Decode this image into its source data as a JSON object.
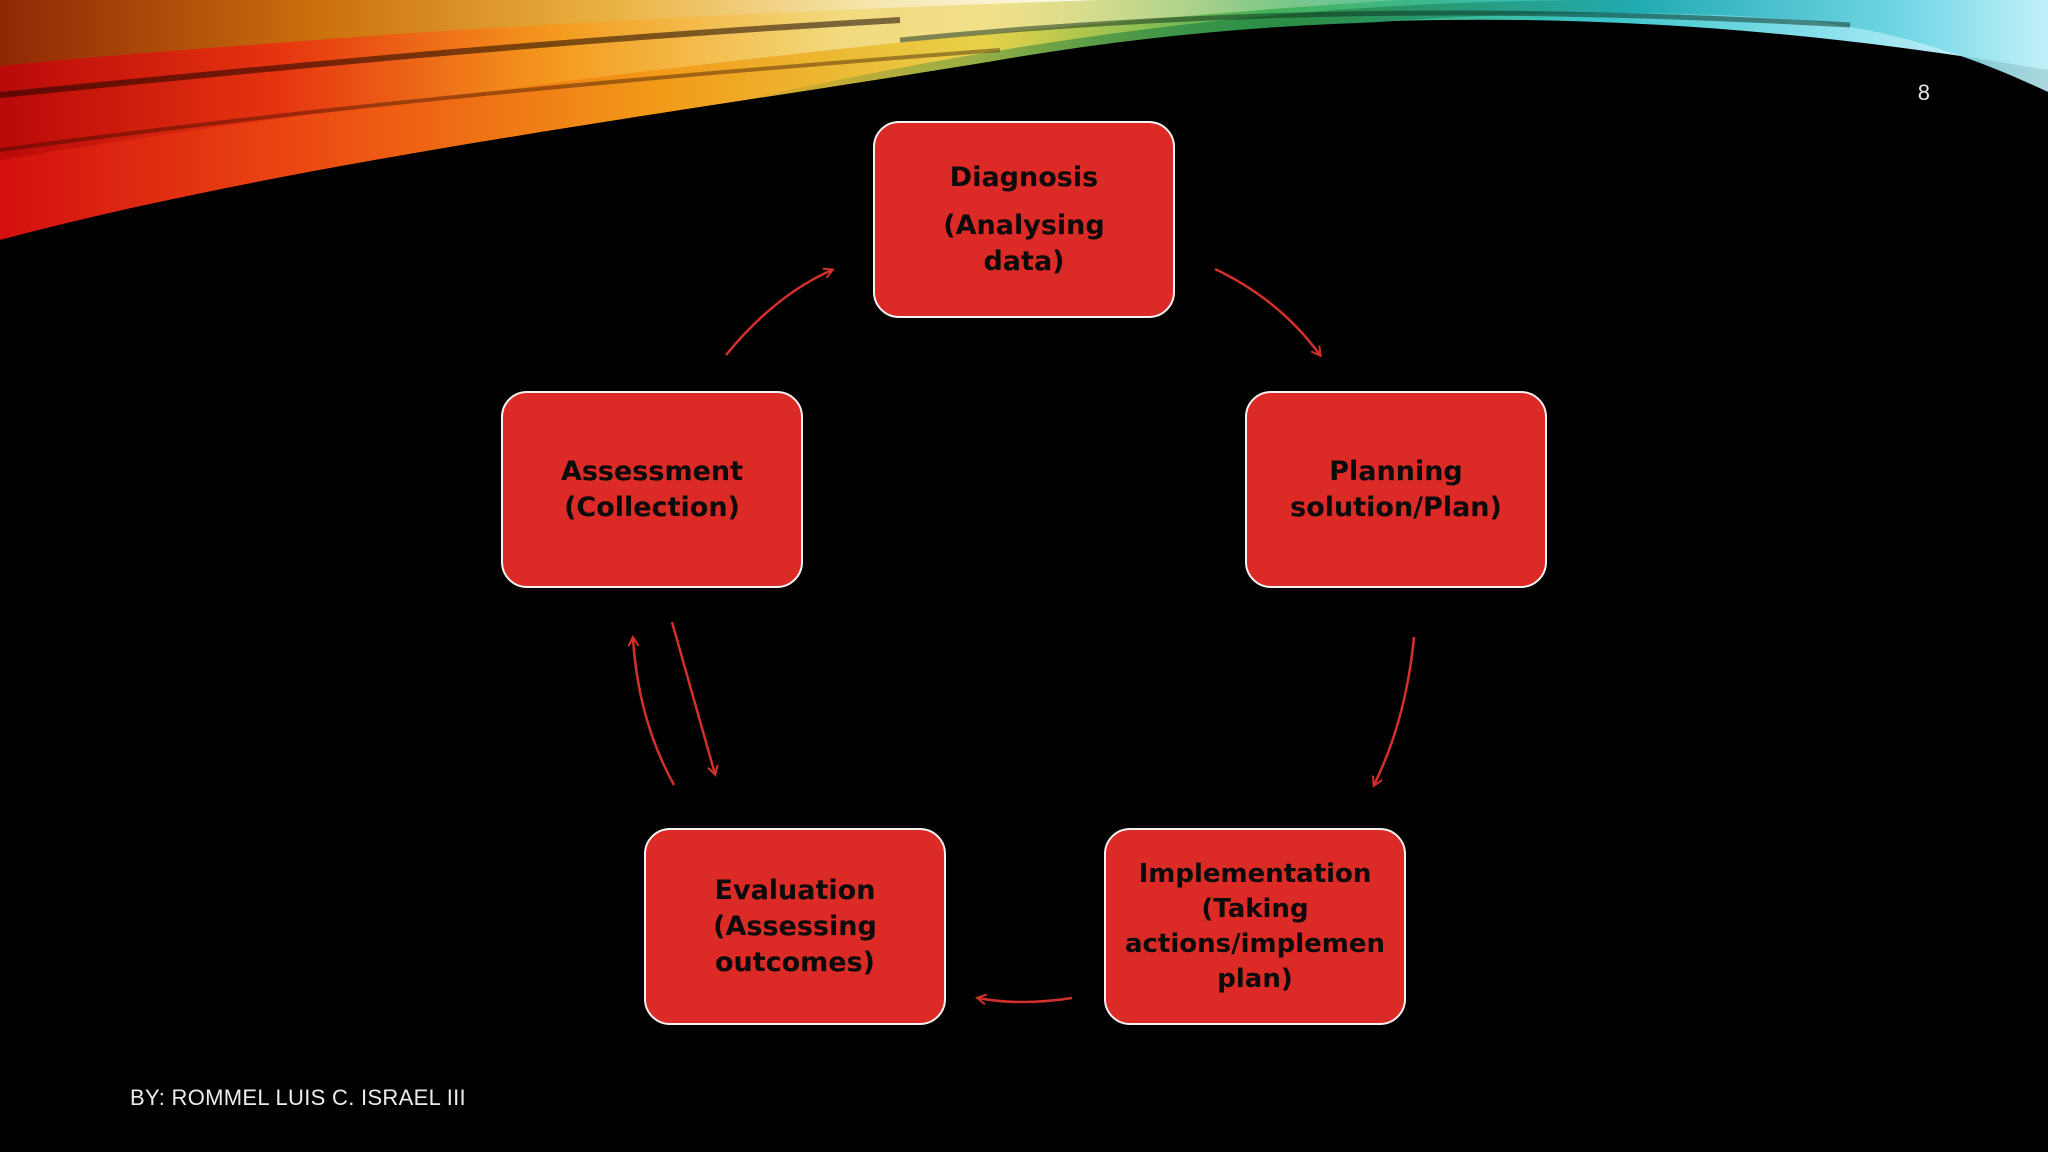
{
  "slide": {
    "page_number": "8",
    "author": "BY: ROMMEL LUIS C. ISRAEL III"
  },
  "colors": {
    "background": "#000000",
    "node_fill": "#dc2a26",
    "node_border": "#f2f2f2",
    "node_text": "#0b0b0b",
    "arrow": "#d3302b"
  },
  "nodes": {
    "diagnosis": {
      "line1": "Diagnosis",
      "line2": "(Analysing\ndata)"
    },
    "planning": {
      "text": "Planning\nsolution/Plan)"
    },
    "implementation": {
      "text": "Implementation\n(Taking\nactions/implemen\nplan)"
    },
    "evaluation": {
      "text": "Evaluation\n(Assessing\noutcomes)"
    },
    "assessment": {
      "text": "Assessment\n(Collection)"
    }
  }
}
